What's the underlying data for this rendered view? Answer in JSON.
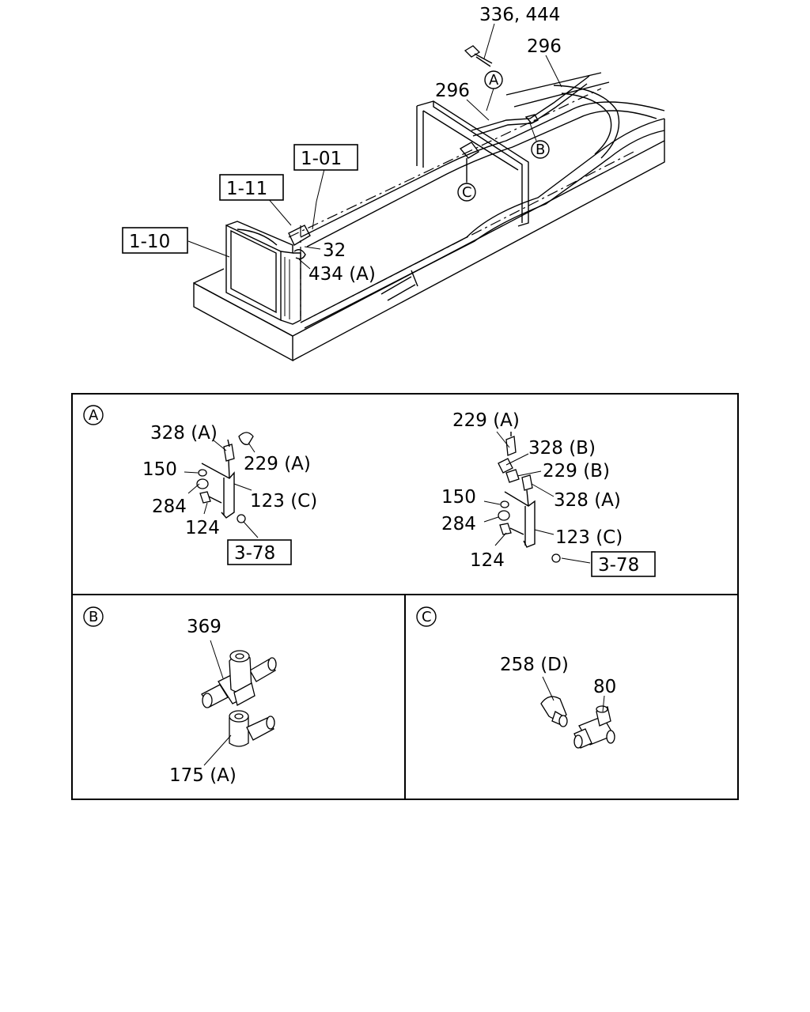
{
  "colors": {
    "ink": "#000000",
    "paper": "#ffffff"
  },
  "main": {
    "labels": {
      "bolt_top": "336, 444",
      "pipe_top_right": "296",
      "pipe_mid": "296",
      "ref_1_01": "1-01",
      "ref_1_11": "1-11",
      "ref_1_10": "1-10",
      "clip_32": "32",
      "clip_434a": "434 (A)"
    },
    "markers": {
      "a": "A",
      "b": "B",
      "c": "C"
    }
  },
  "detail_a": {
    "marker": "A",
    "left": {
      "p328a": "328 (A)",
      "p229a": "229 (A)",
      "p150": "150",
      "p284": "284",
      "p123c": "123 (C)",
      "p124": "124",
      "ref_3_78": "3-78"
    },
    "right": {
      "p229a": "229 (A)",
      "p328b": "328 (B)",
      "p229b": "229 (B)",
      "p150": "150",
      "p328a": "328 (A)",
      "p284": "284",
      "p123c": "123 (C)",
      "p124": "124",
      "ref_3_78": "3-78"
    }
  },
  "detail_b": {
    "marker": "B",
    "p369": "369",
    "p175a": "175 (A)"
  },
  "detail_c": {
    "marker": "C",
    "p258d": "258 (D)",
    "p80": "80"
  }
}
